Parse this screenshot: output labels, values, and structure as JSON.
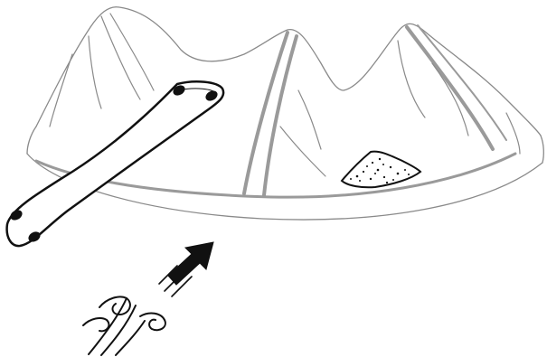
{
  "illustration": {
    "parts": [
      {
        "id": "kite",
        "icon": "kite-canopy-icon"
      },
      {
        "id": "board",
        "icon": "kiteboard-icon"
      },
      {
        "id": "sand",
        "icon": "sand-pile-icon"
      },
      {
        "id": "arrow",
        "icon": "upwind-arrow-icon"
      },
      {
        "id": "wind",
        "icon": "wind-icon"
      }
    ],
    "colors": {
      "outline": "#8a8a8a",
      "strut": "#9a9a9a",
      "ink": "#111111",
      "background": "#ffffff"
    }
  }
}
